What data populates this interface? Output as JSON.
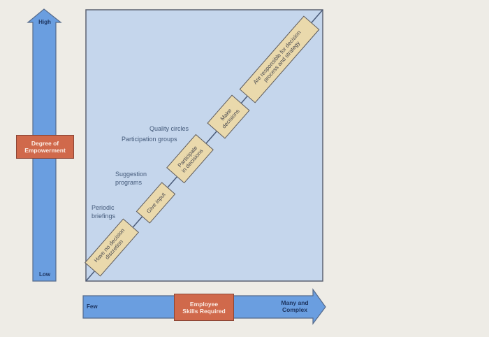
{
  "vertical_axis": {
    "label": "Degree of Empowerment",
    "label_line1": "Degree of",
    "label_line2": "Empowerment",
    "top": "High",
    "bottom": "Low"
  },
  "horizontal_axis": {
    "label_line1": "Employee",
    "label_line2": "Skills Required",
    "left": "Few",
    "right_line1": "Many and",
    "right_line2": "Complex"
  },
  "steps": [
    {
      "line1": "Have no decision",
      "line2": "discretion"
    },
    {
      "line1": "Give input",
      "line2": ""
    },
    {
      "line1": "Participate",
      "line2": "in decisions"
    },
    {
      "line1": "Make",
      "line2": "decisions"
    },
    {
      "line1": "Are responsible for decision",
      "line2": "process and strategy"
    }
  ],
  "programs": [
    {
      "line1": "Periodic",
      "line2": "briefings"
    },
    {
      "line1": "Suggestion",
      "line2": "programs"
    },
    {
      "line1": "Participation groups",
      "line2": ""
    },
    {
      "line1": "Quality circles",
      "line2": ""
    }
  ],
  "colors": {
    "arrow_blue": "#6a9ee0",
    "panel_blue": "#c5d6ec",
    "step_fill": "#ead9ac",
    "label_orange": "#d0694b",
    "background": "#eeece6"
  }
}
